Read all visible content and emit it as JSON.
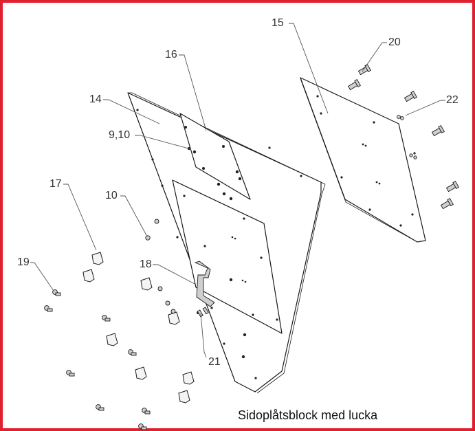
{
  "frame": {
    "border_color": "#e0202e"
  },
  "caption": "Sidoplåtsblock med lucka",
  "callouts": {
    "c14": "14",
    "c15": "15",
    "c16": "16",
    "c17": "17",
    "c18": "18",
    "c19": "19",
    "c20": "20",
    "c21": "21",
    "c22": "22",
    "c9_10": "9,10",
    "c10": "10"
  }
}
